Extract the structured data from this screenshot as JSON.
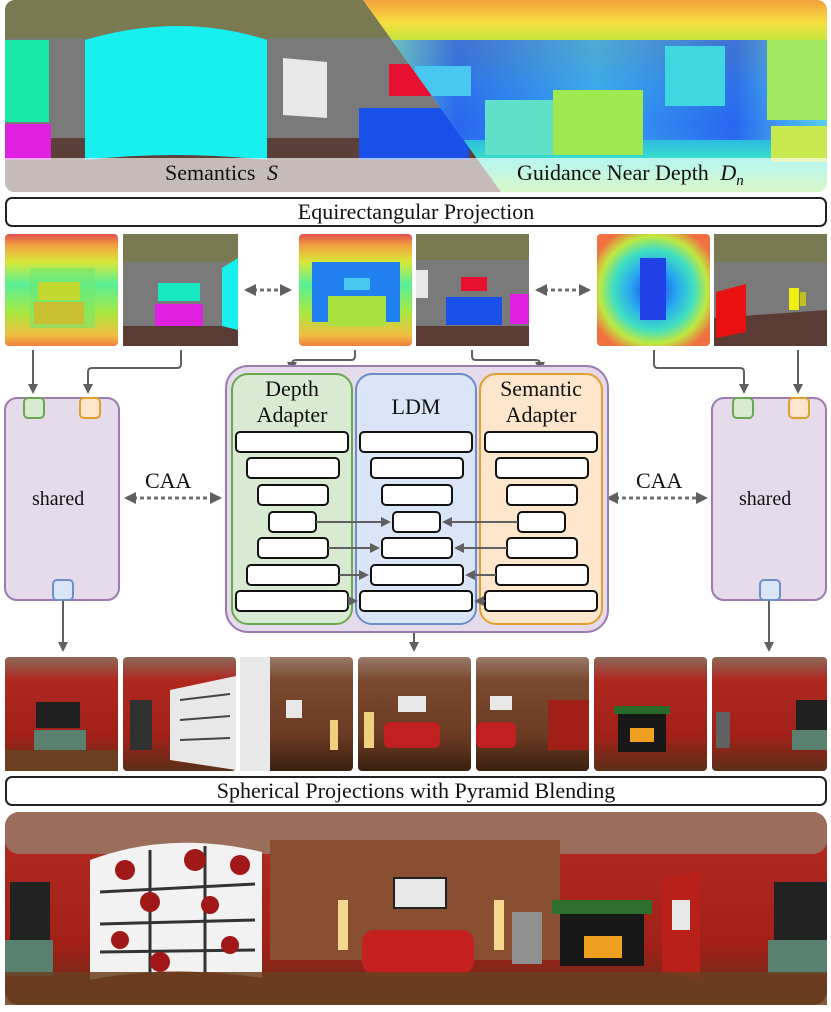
{
  "top_panel": {
    "semantics_label": "Semantics",
    "semantics_symbol": "S",
    "depth_label": "Guidance Near Depth",
    "depth_symbol": "D",
    "depth_subscript": "n"
  },
  "equirect_label": "Equirectangular Projection",
  "caa_label": "CAA",
  "shared_label": "shared",
  "model": {
    "depth_adapter_line1": "Depth",
    "depth_adapter_line2": "Adapter",
    "ldm_label": "LDM",
    "semantic_adapter_line1": "Semantic",
    "semantic_adapter_line2": "Adapter"
  },
  "spherical_label": "Spherical Projections with Pyramid Blending",
  "colors": {
    "depth_adapter": "#d9ead3",
    "depth_adapter_border": "#6aa84f",
    "ldm": "#dae6f7",
    "ldm_border": "#6d8fc7",
    "semantic_adapter": "#fde6cc",
    "semantic_adapter_border": "#e0a030",
    "outer_box": "#e6dbea",
    "outer_box_border": "#9b7bb0"
  }
}
